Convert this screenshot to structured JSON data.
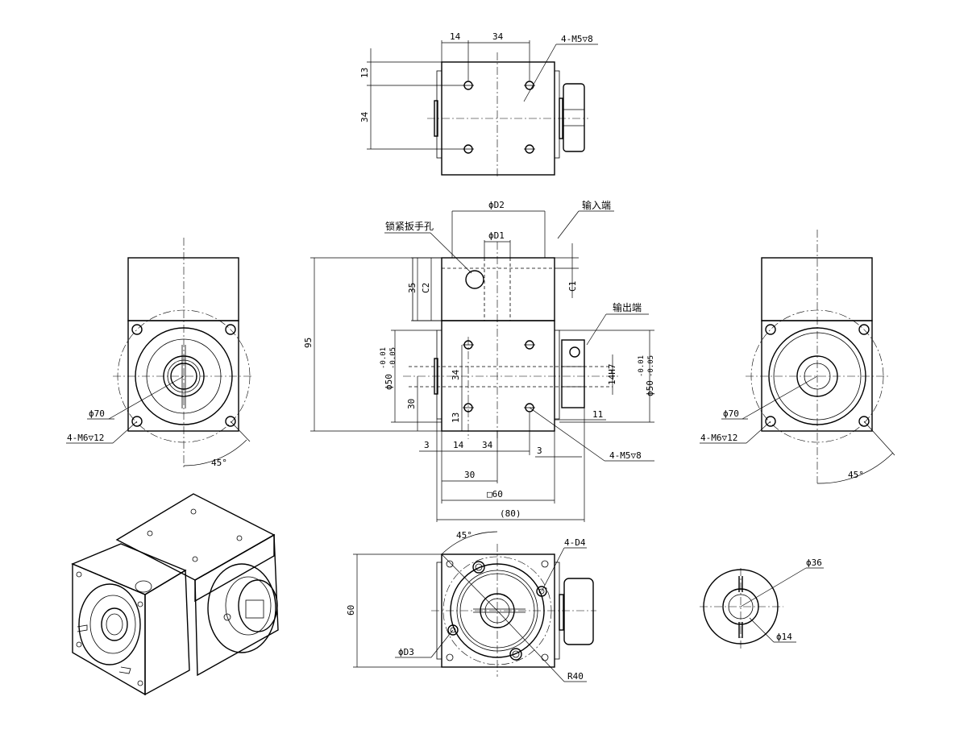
{
  "labels": {
    "top_14": "14",
    "top_34": "34",
    "top_m5": "4-M5▽8",
    "top_13": "13",
    "top_34v": "34",
    "d2": "ϕD2",
    "d1": "ϕD1",
    "input_end": "输入端",
    "wrench_hole": "锁紧扳手孔",
    "c1": "C1",
    "c2": "C2",
    "dim35": "35",
    "dim95": "95",
    "output_end": "输出端",
    "phi50_left": "ϕ50",
    "tol_upper": "-0.01",
    "tol_lower": "-0.05",
    "dim34_v": "34",
    "dim30_v": "30",
    "dim13_v": "13",
    "h7": "14H7",
    "phi50_right": "ϕ50",
    "tol_lower_right": "-0.05",
    "dim11": "11",
    "dim3_left": "3",
    "dim14": "14",
    "dim34": "34",
    "dim3_right": "3",
    "m5_front": "4-M5▽8",
    "dim30_h": "30",
    "sq60": "□60",
    "dim80": "(80)",
    "phi70_left": "ϕ70",
    "m6_left": "4-M6▽12",
    "ang45_left": "45°",
    "phi70_right": "ϕ70",
    "m6_right": "4-M6▽12",
    "ang45_right": "45°",
    "ang45_bottom": "45°",
    "d4": "4-D4",
    "dim60": "60",
    "d3": "ϕD3",
    "r40": "R40",
    "phi36": "ϕ36",
    "phi14": "ϕ14"
  }
}
